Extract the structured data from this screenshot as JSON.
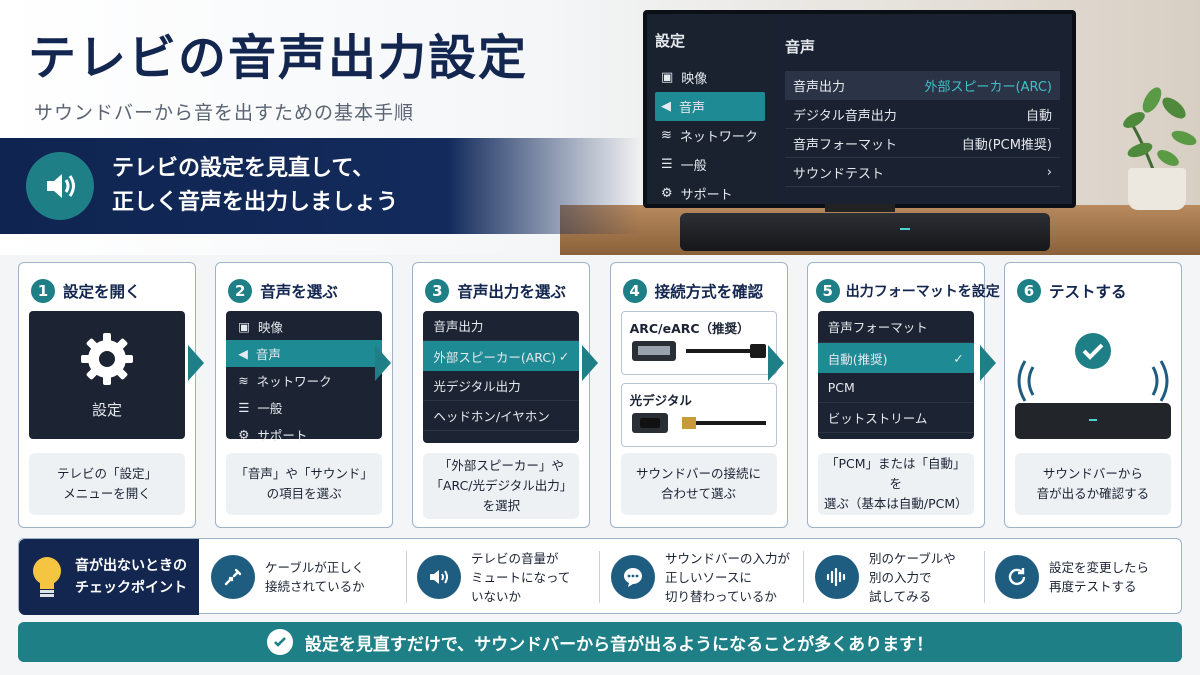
{
  "header": {
    "title": "テレビの音声出力設定",
    "subtitle": "サウンドバーから音を出すための基本手順",
    "banner_line1": "テレビの設定を見直して、",
    "banner_line2": "正しく音声を出力しましょう"
  },
  "tv": {
    "sidebar_title": "設定",
    "sidebar_items": [
      "映像",
      "音声",
      "ネットワーク",
      "一般",
      "サポート"
    ],
    "main_title": "音声",
    "rows": [
      {
        "label": "音声出力",
        "value": "外部スピーカー(ARC)"
      },
      {
        "label": "デジタル音声出力",
        "value": "自動"
      },
      {
        "label": "音声フォーマット",
        "value": "自動(PCM推奨)"
      },
      {
        "label": "サウンドテスト",
        "value": "›"
      }
    ]
  },
  "steps": [
    {
      "num": "1",
      "title": "設定を開く",
      "panel_label": "設定",
      "caption1": "テレビの「設定」",
      "caption2": "メニューを開く"
    },
    {
      "num": "2",
      "title": "音声を選ぶ",
      "items": [
        "映像",
        "音声",
        "ネットワーク",
        "一般",
        "サポート"
      ],
      "caption1": "「音声」や「サウンド」",
      "caption2": "の項目を選ぶ"
    },
    {
      "num": "3",
      "title": "音声出力を選ぶ",
      "options": [
        "音声出力",
        "外部スピーカー(ARC)",
        "光デジタル出力",
        "ヘッドホン/イヤホン"
      ],
      "caption1": "「外部スピーカー」や",
      "caption2": "「ARC/光デジタル出力」",
      "caption3": "を選択"
    },
    {
      "num": "4",
      "title": "接続方式を確認",
      "conn1": "ARC/eARC（推奨）",
      "conn2": "光デジタル",
      "caption1": "サウンドバーの接続に",
      "caption2": "合わせて選ぶ"
    },
    {
      "num": "5",
      "title": "出力フォーマットを設定",
      "options": [
        "音声フォーマット",
        "自動(推奨)",
        "PCM",
        "ビットストリーム"
      ],
      "caption1": "「PCM」または「自動」を",
      "caption2": "選ぶ（基本は自動/PCM）"
    },
    {
      "num": "6",
      "title": "テストする",
      "caption1": "サウンドバーから",
      "caption2": "音が出るか確認する"
    }
  ],
  "checkpoints": {
    "title1": "音が出ないときの",
    "title2": "チェックポイント",
    "items": [
      {
        "icon": "cable-icon",
        "l1": "ケーブルが正しく",
        "l2": "接続されているか",
        "l3": ""
      },
      {
        "icon": "volume-icon",
        "l1": "テレビの音量が",
        "l2": "ミュートになって",
        "l3": "いないか"
      },
      {
        "icon": "chat-icon",
        "l1": "サウンドバーの入力が",
        "l2": "正しいソースに",
        "l3": "切り替わっているか"
      },
      {
        "icon": "waveform-icon",
        "l1": "別のケーブルや",
        "l2": "別の入力で",
        "l3": "試してみる"
      },
      {
        "icon": "refresh-icon",
        "l1": "設定を変更したら",
        "l2": "再度テストする",
        "l3": ""
      }
    ]
  },
  "footer": {
    "text": "設定を見直すだけで、サウンドバーから音が出るようになることが多くあります！"
  },
  "colors": {
    "navy": "#13264f",
    "teal": "#1e7f86",
    "accent": "#3fc0c8"
  }
}
